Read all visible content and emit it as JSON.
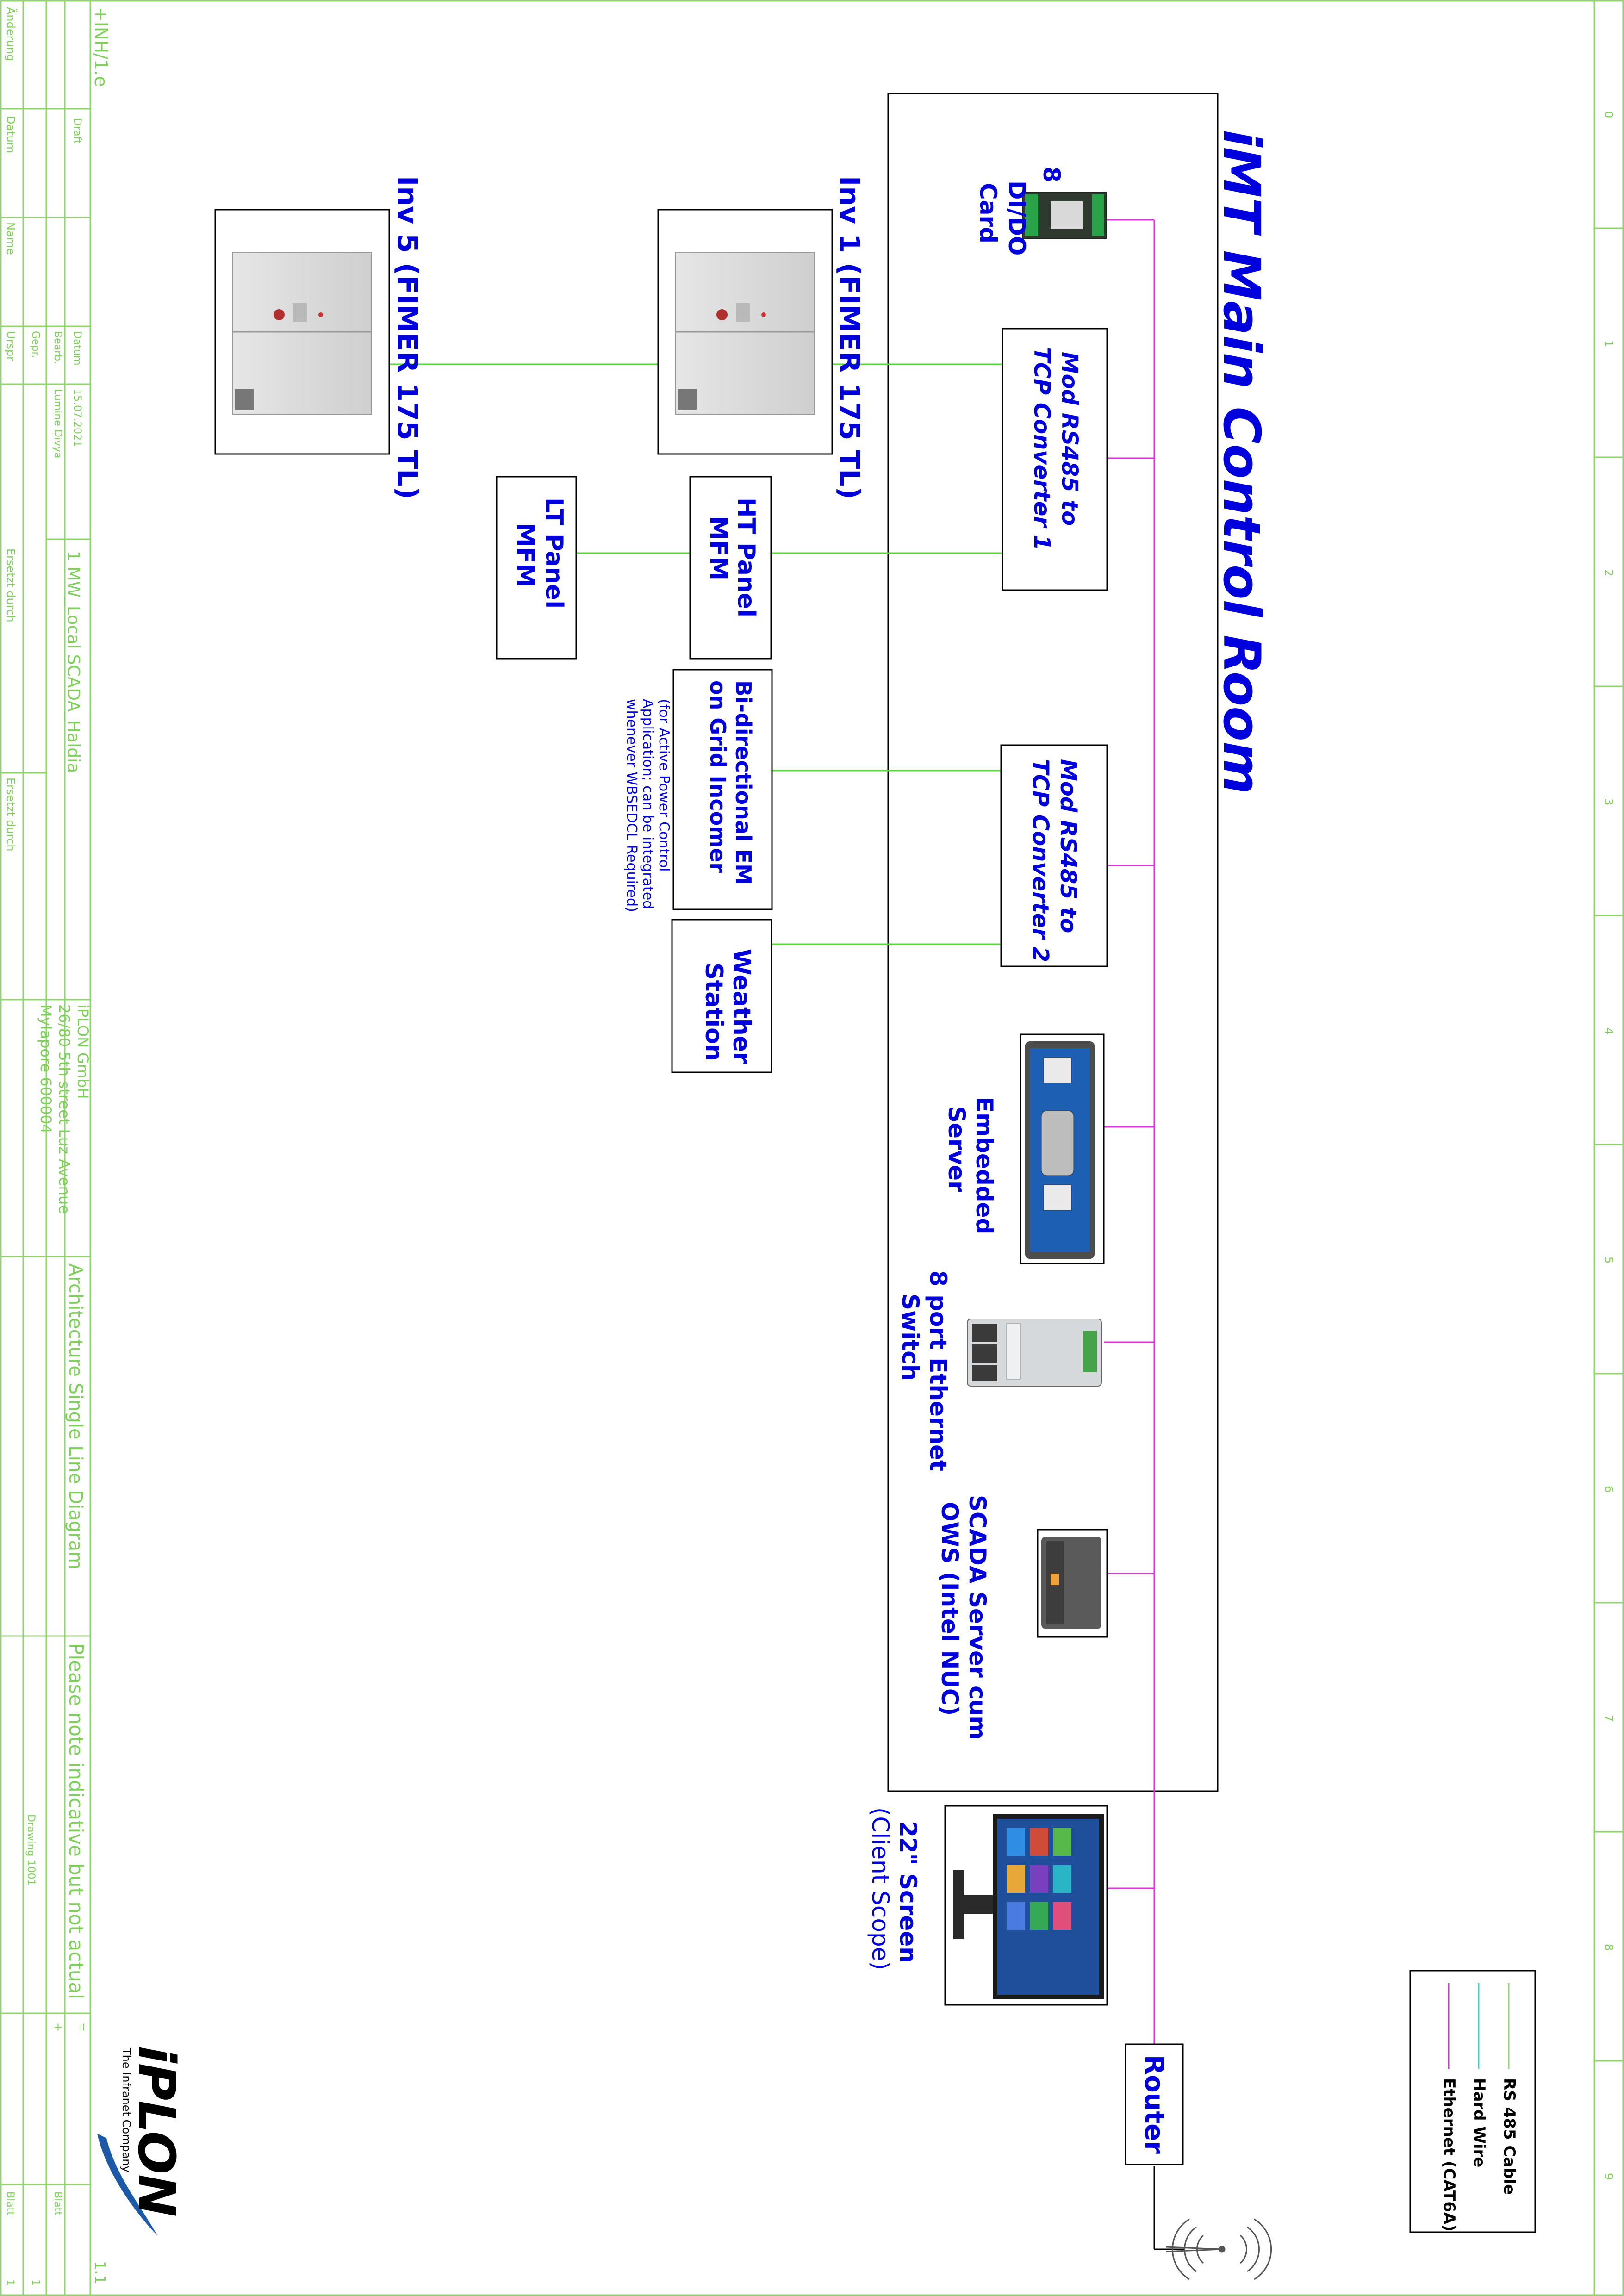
{
  "title": "iMT Main Control Room",
  "colors": {
    "frame": "#8fd46a",
    "rs485": "#55dd33",
    "hardwire": "#44cccc",
    "ethernet": "#dd33dd",
    "label": "#0000dd",
    "frame_text": "#7ecf5a"
  },
  "devices": {
    "dido_card": "8 DI/DO Card",
    "converter1": "Mod RS485 to TCP Converter 1",
    "converter2": "Mod RS485 to TCP Converter 2",
    "embedded_server": "Embedded Server",
    "ethernet_switch": "8 port Ethernet Switch",
    "scada_server": "SCADA Server cum OWS (Intel NUC)",
    "screen_title": "22\" Screen",
    "screen_note": "(Client Scope)",
    "router": "Router"
  },
  "field": {
    "inv1": "Inv 1 (FIMER 175 TL)",
    "inv5": "Inv 5 (FIMER 175 TL)",
    "ht_panel": "HT Panel MFM",
    "lt_panel": "LT Panel MFM",
    "bidir_em": "Bi-directional EM on Grid Incomer",
    "bidir_note": "(for Active Power Control Application; can be integrated whenever WBSEDCL Required)",
    "weather": "Weather Station"
  },
  "legend": {
    "rs485": "RS 485 Cable",
    "hardwire": "Hard Wire",
    "ethernet": "Ethernet (CAT6A)"
  },
  "title_block": {
    "top_ref": "+INH/1.e",
    "row_labels": [
      "Änderung",
      "Datum",
      "Name",
      "Urspr",
      "Ersetzt durch",
      "Ersetzt durch"
    ],
    "draft": "Draft",
    "datum_label": "Datum",
    "datum_value": "15.07.2021",
    "bearb_label": "Bearb.",
    "bearb_value": "Lumine Divya",
    "gepr_label": "Gepr.",
    "project": "1 MW_Local SCADA_Haldia",
    "company_name": "iPLON GmbH",
    "company_addr1": "26/80 5th street Luz Avenue",
    "company_addr2": "Mylapore 600004",
    "drawing_title": "Architecture Single Line Diagram",
    "note": "Please note indicative but not actual",
    "drawing_no": "Drawing 1001",
    "eq": "=",
    "plus": "+",
    "blatt1": "Blatt",
    "blatt2": "Blatt",
    "sheet": "1.1",
    "one1": "1",
    "one2": "1",
    "logo": "iPLON",
    "tagline": "The Infranet Company"
  },
  "column_numbers": [
    "0",
    "1",
    "2",
    "3",
    "4",
    "5",
    "6",
    "7",
    "8",
    "9"
  ]
}
